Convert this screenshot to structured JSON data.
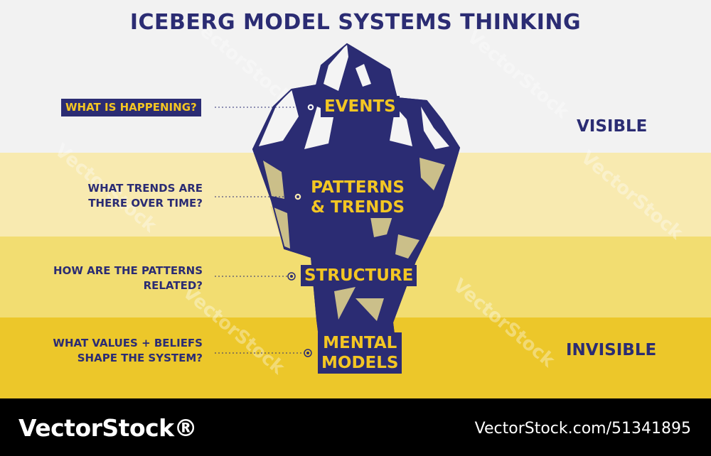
{
  "title": "ICEBERG MODEL SYSTEMS THINKING",
  "levels": {
    "events": "EVENTS",
    "patterns": "PATTERNS\n& TRENDS",
    "structure": "STRUCTURE",
    "mental": "MENTAL\nMODELS"
  },
  "questions": {
    "q1": "WHAT IS HAPPENING?",
    "q2": "WHAT TRENDS ARE\nTHERE OVER TIME?",
    "q3": "HOW ARE THE PATTERNS\nRELATED?",
    "q4": "WHAT VALUES + BELIEFS\nSHAPE THE SYSTEM?"
  },
  "sides": {
    "visible": "VISIBLE",
    "invisible": "INVISIBLE"
  },
  "watermark": "VectorStock",
  "footer": {
    "brand": "VectorStock®",
    "image_id": "VectorStock.com/51341895"
  },
  "colors": {
    "navy": "#2b2c73",
    "yellow": "#f3c623",
    "band1": "#f8eab0",
    "band2": "#f2dd71",
    "band3": "#ecc72a"
  }
}
